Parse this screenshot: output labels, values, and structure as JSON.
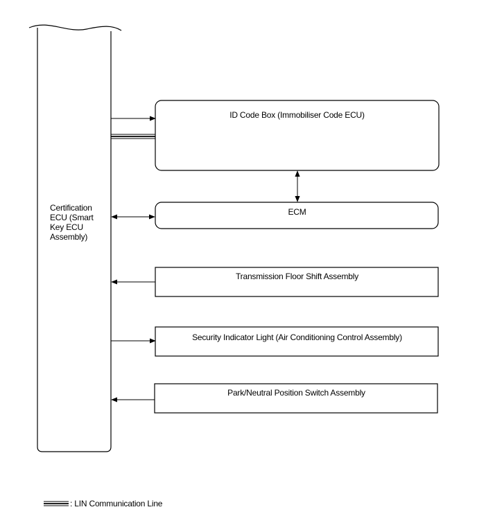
{
  "cert_ecu": {
    "lines": [
      "Certification",
      "ECU (Smart",
      "Key ECU",
      "Assembly)"
    ]
  },
  "boxes": {
    "id_code_box": "ID Code Box (Immobiliser Code ECU)",
    "ecm": "ECM",
    "transmission": "Transmission Floor Shift Assembly",
    "security_light": "Security Indicator Light (Air Conditioning Control Assembly)",
    "park_neutral": "Park/Neutral Position Switch Assembly"
  },
  "legend": {
    "lin_label": ": LIN Communication Line"
  }
}
